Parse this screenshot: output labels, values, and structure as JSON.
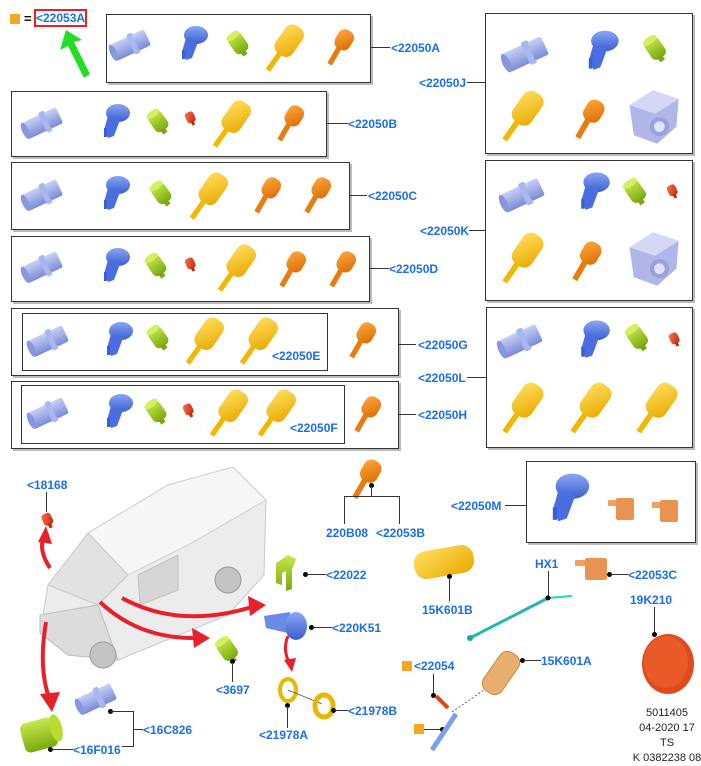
{
  "legend": {
    "equals": "=",
    "highlighted_ref": "<22053A",
    "legend_color": "#f5a623"
  },
  "kits": {
    "A": "<22050A",
    "B": "<22050B",
    "C": "<22050C",
    "D": "<22050D",
    "E": "<22050E",
    "F": "<22050F",
    "G": "<22050G",
    "H": "<22050H",
    "J": "<22050J",
    "K": "<22050K",
    "L": "<22050L",
    "M": "<22050M"
  },
  "parts": {
    "p18168": "<18168",
    "p220B08": "220B08",
    "p22053B": "<22053B",
    "p22022": "<22022",
    "p220K51": "<220K51",
    "p3697": "<3697",
    "p21978A": "<21978A",
    "p21978B": "<21978B",
    "p16C826": "<16C826",
    "p16F016": "<16F016",
    "p15K601B": "15K601B",
    "pHX1": "HX1",
    "p22053C": "<22053C",
    "p19K210": "19K210",
    "p22054": "<22054",
    "p15K601A": "15K601A"
  },
  "footer": {
    "line1": "5011405",
    "line2": "04-2020 17",
    "line3": "TS",
    "line4": "K 0382238 08"
  },
  "colors": {
    "label_blue": "#1a6fe6",
    "arrow_red": "#e8202a",
    "pointer_green": "#22dd22",
    "lock_blue": "#5b7fe0",
    "cylinder_lilac": "#9aa8e8",
    "cap_green": "#9acd1a",
    "key_yellow": "#f5c210",
    "key_orange": "#f08a10",
    "small_red": "#e04020",
    "cable_teal": "#20b8b0"
  }
}
